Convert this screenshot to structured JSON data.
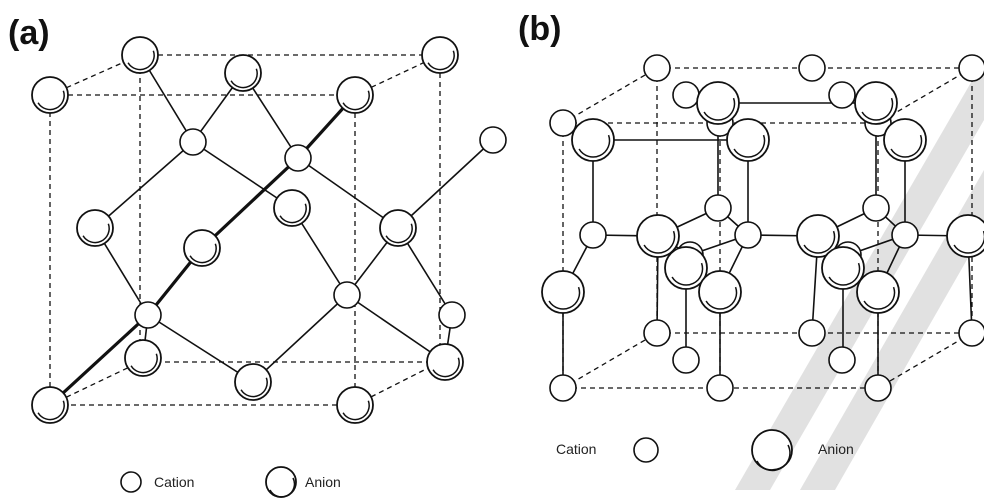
{
  "panels": [
    {
      "label": "(a)",
      "legend": {
        "cation": "Cation",
        "anion": "Anion"
      }
    },
    {
      "label": "(b)",
      "legend": {
        "cation": "Cation",
        "anion": "Anion"
      }
    }
  ],
  "colors": {
    "ink": "#111111",
    "background": "#ffffff",
    "watermark": "#c9c9c9"
  }
}
